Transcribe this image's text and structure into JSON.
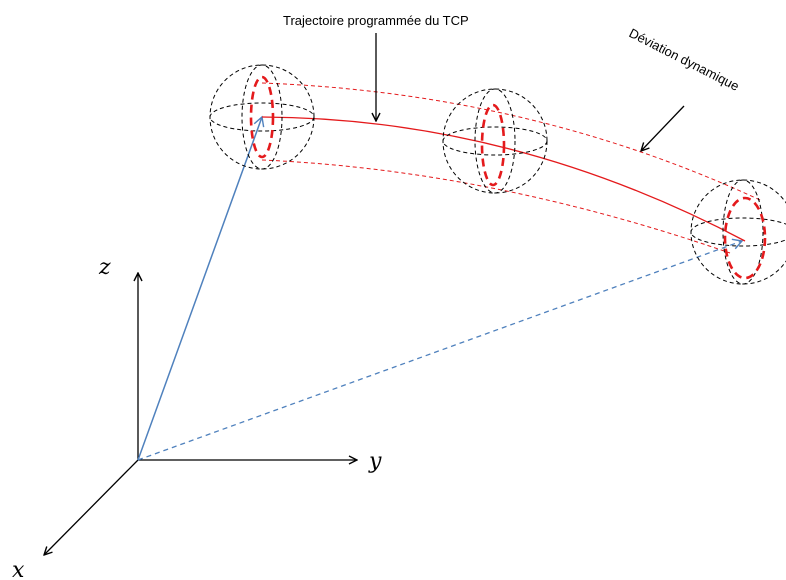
{
  "labels": {
    "trajectory_callout": "Trajectoire programmée du TCP",
    "deviation_callout": "Déviation dynamique"
  },
  "axes": {
    "x": "x",
    "y": "y",
    "z": "z"
  },
  "colors": {
    "trajectory": "#e41a1c",
    "position_vector": "#4f81bd",
    "sphere_outline": "#000000",
    "axes": "#000000",
    "background": "#ffffff"
  }
}
